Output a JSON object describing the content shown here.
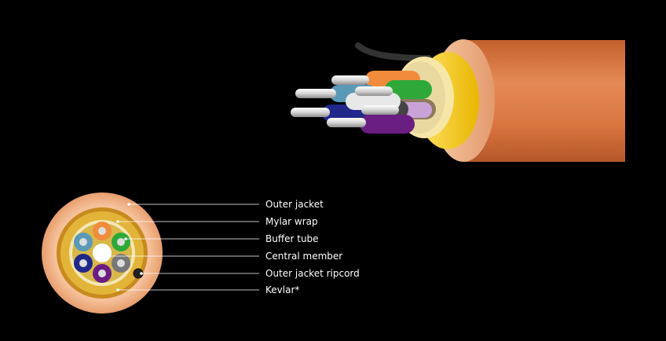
{
  "legend": {
    "items": [
      {
        "id": "outer-jacket",
        "label": "Outer jacket"
      },
      {
        "id": "mylar-wrap",
        "label": "Mylar wrap"
      },
      {
        "id": "buffer-tube",
        "label": "Buffer tube"
      },
      {
        "id": "central-member",
        "label": "Central member"
      },
      {
        "id": "outer-jacket-ripcord",
        "label": "Outer jacket ripcord"
      },
      {
        "id": "kevlar",
        "label": "Kevlar*"
      }
    ]
  },
  "colors": {
    "background": "#000000",
    "jacket": "#d97a48",
    "jacket_light": "#f0b590",
    "kevlar_yellow": "#f2c500",
    "mylar": "#f6e6a8",
    "leader_line": "#ffffff",
    "ripcord": "#222222",
    "central_member": "#ffffff",
    "tubes": [
      "#f08c3c",
      "#2fa83a",
      "#777777",
      "#6b1e82",
      "#20288a",
      "#5a9ab8"
    ]
  }
}
